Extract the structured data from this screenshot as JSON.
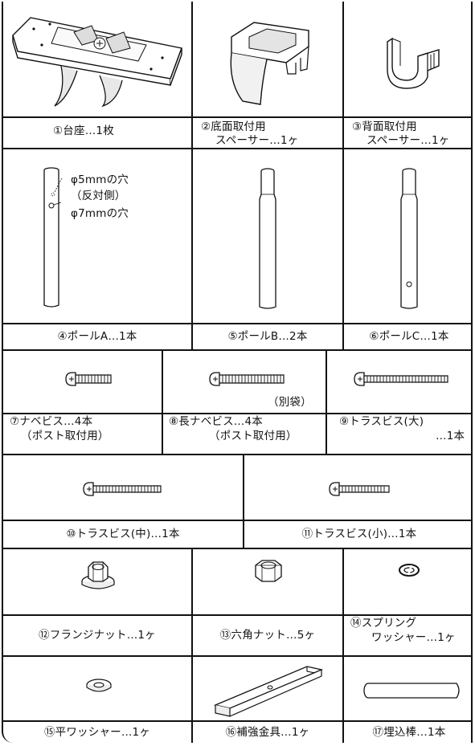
{
  "parts": {
    "p1": {
      "label": "①台座…1枚"
    },
    "p2": {
      "line1": "②底面取付用",
      "line2": "スペーサー…1ヶ"
    },
    "p3": {
      "line1": "③背面取付用",
      "line2": "スペーサー…1ヶ"
    },
    "p4": {
      "label": "④ポールA…1本",
      "note1": "φ5mmの穴",
      "note2": "（反対側）",
      "note3": "φ7mmの穴"
    },
    "p5": {
      "label": "⑤ポールB…2本"
    },
    "p6": {
      "label": "⑥ポールC…1本"
    },
    "p7": {
      "line1": "⑦ナベビス…4本",
      "line2": "（ポスト取付用）"
    },
    "p8": {
      "line1": "⑧長ナベビス…4本",
      "line2": "（ポスト取付用）",
      "note": "（別袋）"
    },
    "p9": {
      "line1": "⑨トラスビス(大)",
      "line2": "…1本"
    },
    "p10": {
      "label": "⑩トラスビス(中)…1本"
    },
    "p11": {
      "label": "⑪トラスビス(小)…1本"
    },
    "p12": {
      "label": "⑫フランジナット…1ヶ"
    },
    "p13": {
      "label": "⑬六角ナット…5ヶ"
    },
    "p14": {
      "line1": "⑭スプリング",
      "line2": "ワッシャー…1ヶ"
    },
    "p15": {
      "label": "⑮平ワッシャー…1ヶ"
    },
    "p16": {
      "label": "⑯補強金具…1ヶ"
    },
    "p17": {
      "label": "⑰埋込棒…1本"
    }
  }
}
